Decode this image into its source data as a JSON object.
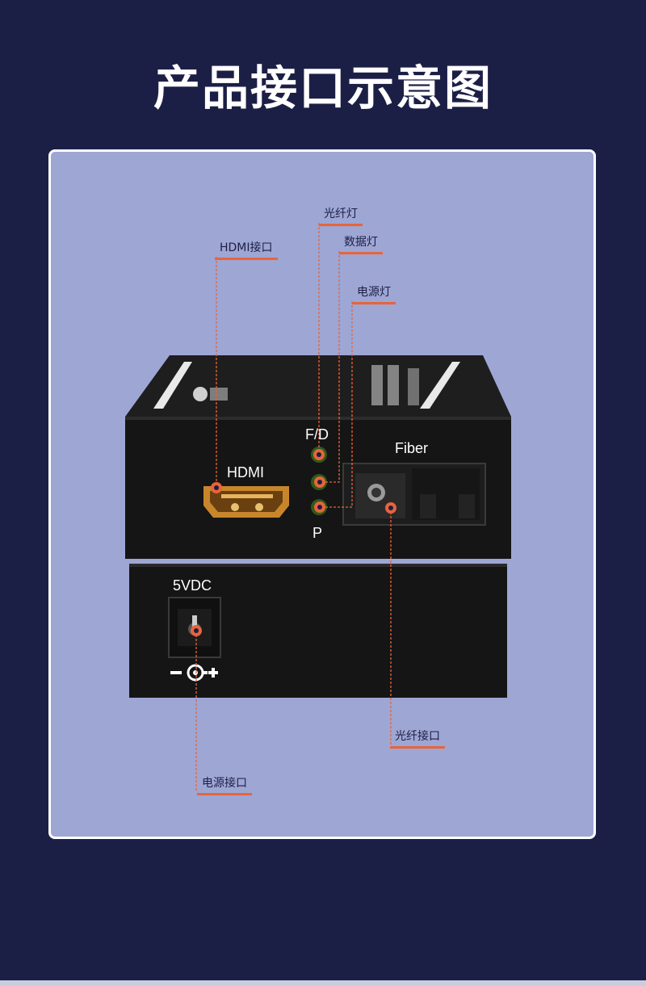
{
  "title": "产品接口示意图",
  "device": {
    "hdmi_label": "HDMI",
    "fd_label": "F/D",
    "p_label": "P",
    "fiber_label": "Fiber",
    "power_label": "5VDC",
    "polarity_label": "-C+"
  },
  "callouts": {
    "fiber_light": "光纤灯",
    "hdmi_port": "HDMI接口",
    "data_light": "数据灯",
    "power_light": "电源灯",
    "fiber_port": "光纤接口",
    "power_port": "电源接口"
  },
  "colors": {
    "background": "#1c1f45",
    "panel": "#9ea6d4",
    "accent": "#e8643a",
    "device": "#161616"
  }
}
